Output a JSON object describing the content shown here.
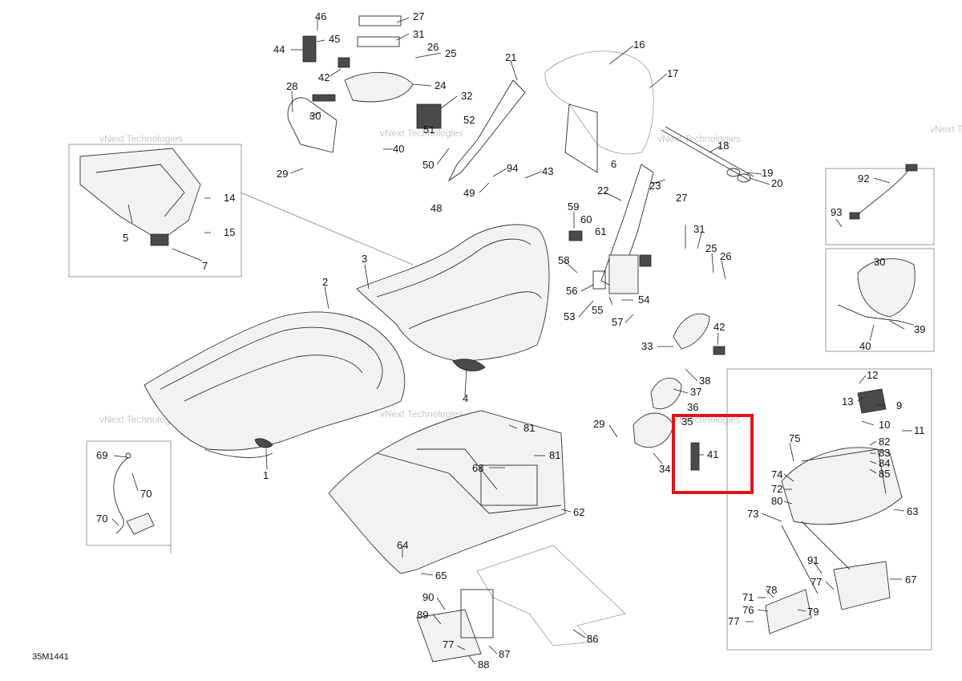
{
  "drawing_code": "35M1441",
  "watermark_text": "vNext Technologies",
  "highlight_color": "#e0141a",
  "callouts": [
    {
      "id": "c46",
      "text": "46"
    },
    {
      "id": "c27a",
      "text": "27"
    },
    {
      "id": "c45",
      "text": "45"
    },
    {
      "id": "c31a",
      "text": "31"
    },
    {
      "id": "c44",
      "text": "44"
    },
    {
      "id": "c26a",
      "text": "26"
    },
    {
      "id": "c25a",
      "text": "25"
    },
    {
      "id": "c42a",
      "text": "42"
    },
    {
      "id": "c24",
      "text": "24"
    },
    {
      "id": "c28",
      "text": "28"
    },
    {
      "id": "c32",
      "text": "32"
    },
    {
      "id": "c30a",
      "text": "30"
    },
    {
      "id": "c52",
      "text": "52"
    },
    {
      "id": "c51",
      "text": "51"
    },
    {
      "id": "c40a",
      "text": "40"
    },
    {
      "id": "c50",
      "text": "50"
    },
    {
      "id": "c29a",
      "text": "29"
    },
    {
      "id": "c21",
      "text": "21"
    },
    {
      "id": "c16",
      "text": "16"
    },
    {
      "id": "c17",
      "text": "17"
    },
    {
      "id": "c18",
      "text": "18"
    },
    {
      "id": "c6",
      "text": "6"
    },
    {
      "id": "c19",
      "text": "19"
    },
    {
      "id": "c20",
      "text": "20"
    },
    {
      "id": "c94",
      "text": "94"
    },
    {
      "id": "c43",
      "text": "43"
    },
    {
      "id": "c48",
      "text": "48"
    },
    {
      "id": "c49",
      "text": "49"
    },
    {
      "id": "c22",
      "text": "22"
    },
    {
      "id": "c23",
      "text": "23"
    },
    {
      "id": "c92",
      "text": "92"
    },
    {
      "id": "c93",
      "text": "93"
    },
    {
      "id": "c5",
      "text": "5"
    },
    {
      "id": "c14",
      "text": "14"
    },
    {
      "id": "c15",
      "text": "15"
    },
    {
      "id": "c7",
      "text": "7"
    },
    {
      "id": "c59",
      "text": "59"
    },
    {
      "id": "c60",
      "text": "60"
    },
    {
      "id": "c61",
      "text": "61"
    },
    {
      "id": "c27b",
      "text": "27"
    },
    {
      "id": "c31b",
      "text": "31"
    },
    {
      "id": "c25b",
      "text": "25"
    },
    {
      "id": "c26b",
      "text": "26"
    },
    {
      "id": "c3",
      "text": "3"
    },
    {
      "id": "c58",
      "text": "58"
    },
    {
      "id": "c56",
      "text": "56"
    },
    {
      "id": "c55",
      "text": "55"
    },
    {
      "id": "c54",
      "text": "54"
    },
    {
      "id": "c53",
      "text": "53"
    },
    {
      "id": "c57",
      "text": "57"
    },
    {
      "id": "c2",
      "text": "2"
    },
    {
      "id": "c30b",
      "text": "30"
    },
    {
      "id": "c39a",
      "text": "39"
    },
    {
      "id": "c40b",
      "text": "40"
    },
    {
      "id": "c42b",
      "text": "42"
    },
    {
      "id": "c33",
      "text": "33"
    },
    {
      "id": "c38",
      "text": "38"
    },
    {
      "id": "c37",
      "text": "37"
    },
    {
      "id": "c36",
      "text": "36"
    },
    {
      "id": "c35",
      "text": "35"
    },
    {
      "id": "c4",
      "text": "4"
    },
    {
      "id": "c12",
      "text": "12"
    },
    {
      "id": "c13",
      "text": "13"
    },
    {
      "id": "c9",
      "text": "9"
    },
    {
      "id": "c10",
      "text": "10"
    },
    {
      "id": "c11",
      "text": "11"
    },
    {
      "id": "c81a",
      "text": "81"
    },
    {
      "id": "c81b",
      "text": "81"
    },
    {
      "id": "c29b",
      "text": "29"
    },
    {
      "id": "c41",
      "text": "41"
    },
    {
      "id": "c34",
      "text": "34"
    },
    {
      "id": "c75",
      "text": "75"
    },
    {
      "id": "c82",
      "text": "82"
    },
    {
      "id": "c83",
      "text": "83"
    },
    {
      "id": "c84",
      "text": "84"
    },
    {
      "id": "c85",
      "text": "85"
    },
    {
      "id": "c74",
      "text": "74"
    },
    {
      "id": "c72",
      "text": "72"
    },
    {
      "id": "c80",
      "text": "80"
    },
    {
      "id": "c73",
      "text": "73"
    },
    {
      "id": "c63",
      "text": "63"
    },
    {
      "id": "c68",
      "text": "68"
    },
    {
      "id": "c62",
      "text": "62"
    },
    {
      "id": "c1",
      "text": "1"
    },
    {
      "id": "c69",
      "text": "69"
    },
    {
      "id": "c70a",
      "text": "70"
    },
    {
      "id": "c70b",
      "text": "70"
    },
    {
      "id": "c64",
      "text": "64"
    },
    {
      "id": "c65",
      "text": "65"
    },
    {
      "id": "c91",
      "text": "91"
    },
    {
      "id": "c77a",
      "text": "77"
    },
    {
      "id": "c67",
      "text": "67"
    },
    {
      "id": "c78",
      "text": "78"
    },
    {
      "id": "c71",
      "text": "71"
    },
    {
      "id": "c76",
      "text": "76"
    },
    {
      "id": "c77b",
      "text": "77"
    },
    {
      "id": "c79",
      "text": "79"
    },
    {
      "id": "c90",
      "text": "90"
    },
    {
      "id": "c89",
      "text": "89"
    },
    {
      "id": "c77c",
      "text": "77"
    },
    {
      "id": "c87",
      "text": "87"
    },
    {
      "id": "c88",
      "text": "88"
    },
    {
      "id": "c86",
      "text": "86"
    }
  ]
}
